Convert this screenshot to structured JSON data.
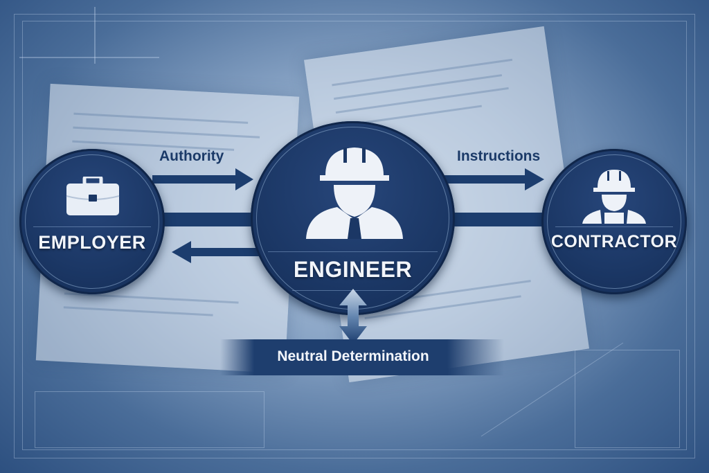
{
  "diagram": {
    "title": "Engineer role between Employer and Contractor",
    "colors": {
      "node": "#1b3765",
      "arrow": "#1c3d6e",
      "label": "#1b3a68",
      "background": "#4a6d99"
    },
    "nodes": [
      {
        "id": "employer",
        "label": "EMPLOYER",
        "icon": "briefcase-icon"
      },
      {
        "id": "engineer",
        "label": "ENGINEER",
        "icon": "engineer-with-hardhat-icon"
      },
      {
        "id": "contractor",
        "label": "CONTRACTOR",
        "icon": "worker-with-hardhat-icon"
      }
    ],
    "flows": [
      {
        "from": "employer",
        "to": "engineer",
        "label": "Authority"
      },
      {
        "from": "engineer",
        "to": "contractor",
        "label": "Instructions"
      },
      {
        "from": "employer",
        "to": "engineer",
        "label": "",
        "type": "connector"
      },
      {
        "from": "engineer",
        "to": "employer",
        "label": "",
        "type": "return-arrow"
      },
      {
        "from": "engineer",
        "to": "contractor",
        "label": "",
        "type": "connector"
      },
      {
        "from": "engineer",
        "to": "banner",
        "label": "",
        "type": "bidirectional"
      }
    ],
    "banner": {
      "label": "Neutral Determination"
    }
  }
}
